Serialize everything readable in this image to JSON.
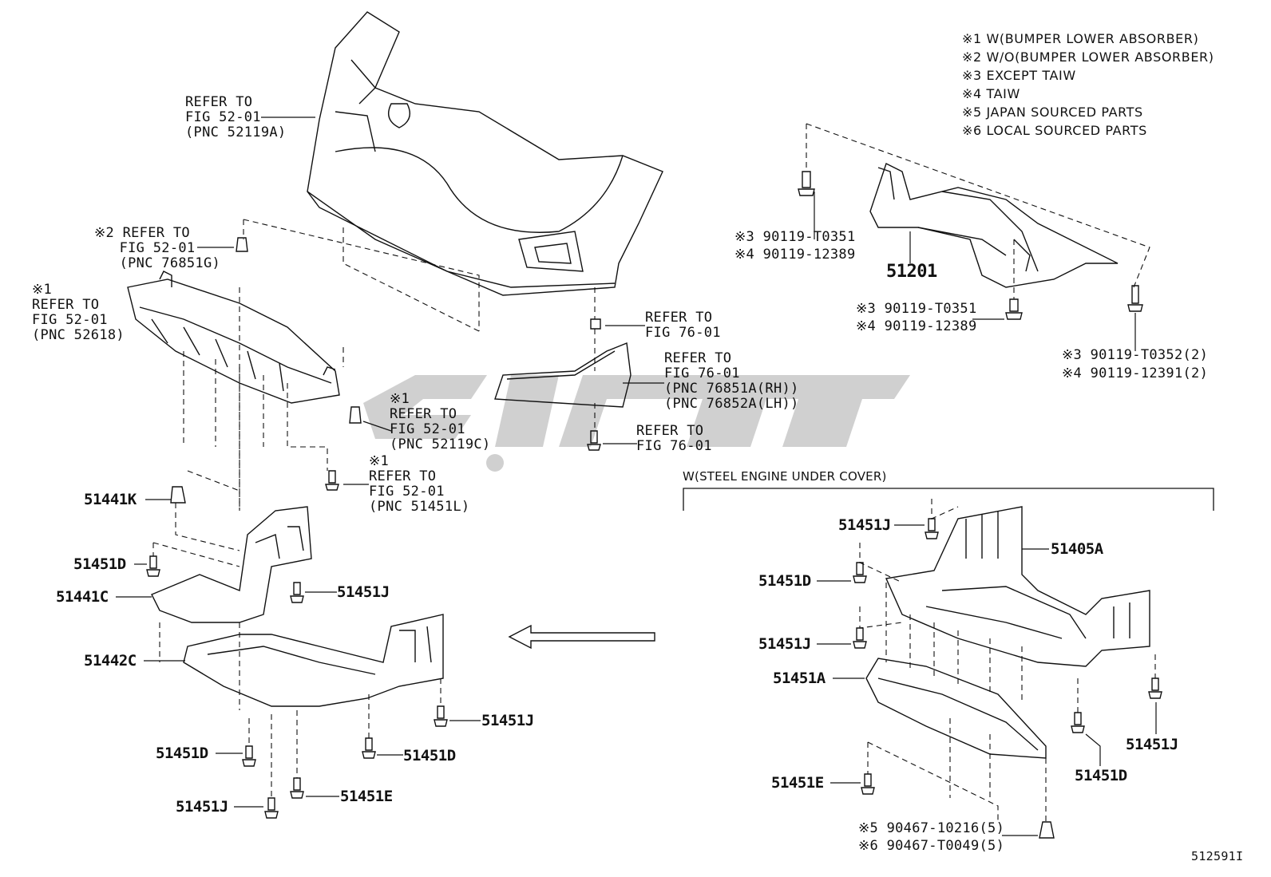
{
  "notes": [
    "※1 W(BUMPER LOWER ABSORBER)",
    "※2 W/O(BUMPER LOWER ABSORBER)",
    "※3 EXCEPT TAIW",
    "※4 TAIW",
    "※5 JAPAN SOURCED PARTS",
    "※6 LOCAL SOURCED PARTS"
  ],
  "refs": {
    "bumper": "REFER TO\nFIG 52-01\n(PNC 52119A)",
    "retainer_top": "※2 REFER TO\n   FIG 52-01\n   (PNC 76851G)",
    "absorber": "※1\nREFER TO\nFIG 52-01\n(PNC 52618)",
    "clip_52119c": "※1\nREFER TO\nFIG 52-01\n(PNC 52119C)",
    "clip_51451l": "※1\nREFER TO\nFIG 52-01\n(PNC 51451L)",
    "fig76_clip": "REFER TO\nFIG 76-01",
    "spoiler": "REFER TO\nFIG 76-01\n(PNC 76851A(RH))\n(PNC 76852A(LH))",
    "fig76_bolt": "REFER TO\nFIG 76-01"
  },
  "crossmember": {
    "bolt_top": "※3 90119-T0351\n※4 90119-12389",
    "part": "51201",
    "bolt_mid": "※3 90119-T0351\n※4 90119-12389",
    "bolt_right": "※3 90119-T0352(2)\n※4 90119-12391(2)"
  },
  "left_parts": {
    "p51441K": "51441K",
    "p51451D_a": "51451D",
    "p51441C": "51441C",
    "p51451J_a": "51451J",
    "p51442C": "51442C",
    "p51451J_b": "51451J",
    "p51451D_b": "51451D",
    "p51451D_c": "51451D",
    "p51451E": "51451E",
    "p51451J_c": "51451J"
  },
  "steel_section": {
    "title": "W(STEEL ENGINE UNDER COVER)",
    "p51451J_a": "51451J",
    "p51405A": "51405A",
    "p51451D_a": "51451D",
    "p51451J_b": "51451J",
    "p51451A": "51451A",
    "p51451J_c": "51451J",
    "p51451D_b": "51451D",
    "p51451E": "51451E",
    "screws": "※5 90467-10216(5)\n※6 90467-T0049(5)"
  },
  "figure_id": "512591I"
}
